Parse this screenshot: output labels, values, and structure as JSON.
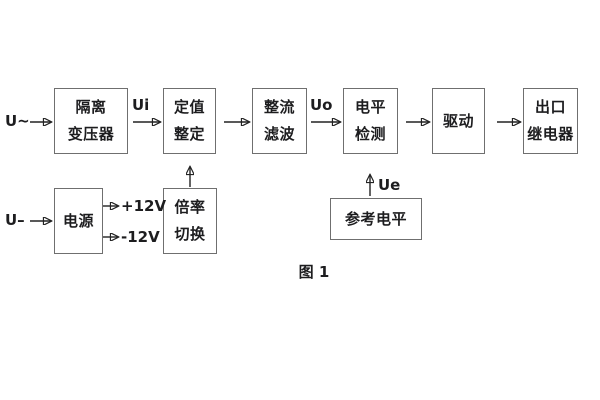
{
  "figure": {
    "caption": "图 1"
  },
  "labels": {
    "input_ac": "U~",
    "input_dc": "U–",
    "ui": "Ui",
    "uo": "Uo",
    "ue": "Ue",
    "rail_pos": "+12V",
    "rail_neg": "-12V"
  },
  "blocks": {
    "isolation_transformer": {
      "line1": "隔离",
      "line2": "变压器"
    },
    "setpoint_adjust": {
      "line1": "定值",
      "line2": "整定"
    },
    "rectifier_filter": {
      "line1": "整流",
      "line2": "滤波"
    },
    "level_detect": {
      "line1": "电平",
      "line2": "检测"
    },
    "driver": {
      "label": "驱动"
    },
    "output_relay": {
      "line1": "出口",
      "line2": "继电器"
    },
    "power_supply": {
      "label": "电源"
    },
    "ratio_switch": {
      "line1": "倍率",
      "line2": "切换"
    },
    "reference_level": {
      "label": "参考电平"
    }
  },
  "colors": {
    "background": "#ffffff",
    "box_border": "#6f6f6f",
    "text": "#1d1d1f",
    "arrow": "#222222"
  }
}
